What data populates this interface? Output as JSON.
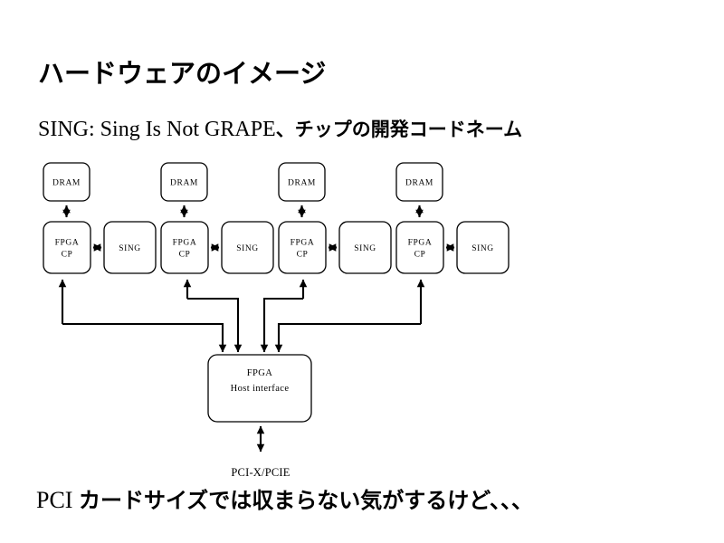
{
  "slide": {
    "title": "ハードウェアのイメージ",
    "subtitle_latin": "SING: Sing Is Not GRAPE",
    "subtitle_japanese": "、チップの開発コードネーム",
    "caption_latin": "PCI ",
    "caption_japanese": "カードサイズでは収まらない気がするけど、、、",
    "background_color": "#ffffff",
    "ink_color": "#000000"
  },
  "diagram": {
    "memory_nodes": [
      {
        "label": "DRAM"
      },
      {
        "label": "DRAM"
      },
      {
        "label": "DRAM"
      },
      {
        "label": "DRAM"
      }
    ],
    "controller_nodes": [
      {
        "line1": "FPGA",
        "line2": "CP"
      },
      {
        "line1": "FPGA",
        "line2": "CP"
      },
      {
        "line1": "FPGA",
        "line2": "CP"
      },
      {
        "line1": "FPGA",
        "line2": "CP"
      }
    ],
    "chip_nodes": [
      {
        "label": "SING"
      },
      {
        "label": "SING"
      },
      {
        "label": "SING"
      },
      {
        "label": "SING"
      }
    ],
    "host_node": {
      "line1": "FPGA",
      "line2": "Host interface"
    },
    "bus_label": "PCI-X/PCIE"
  }
}
